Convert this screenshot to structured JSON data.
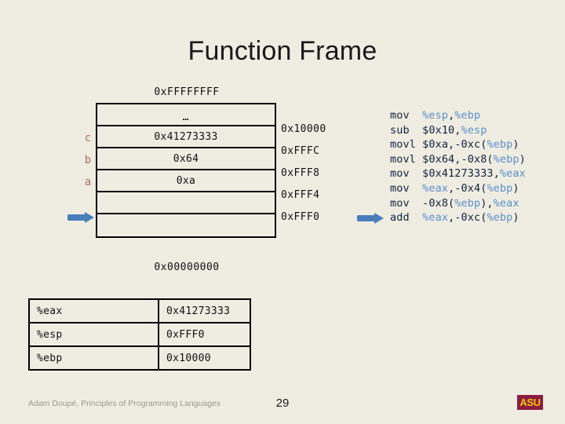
{
  "slide": {
    "title": "Function Frame"
  },
  "stack": {
    "top_address": "0xFFFFFFFF",
    "bottom_address": "0x00000000",
    "rows": [
      {
        "value": "…",
        "var_label": "",
        "address": ""
      },
      {
        "value": "0x41273333",
        "var_label": "c",
        "address": "0x10000"
      },
      {
        "value": "0x64",
        "var_label": "b",
        "address": "0xFFFC"
      },
      {
        "value": "0xa",
        "var_label": "a",
        "address": "0xFFF8"
      },
      {
        "value": "",
        "var_label": "",
        "address": "0xFFF4"
      },
      {
        "value": "",
        "var_label": "",
        "address": "0xFFF0"
      }
    ],
    "addresses": [
      "0x10000",
      "0xFFFC",
      "0xFFF8",
      "0xFFF4",
      "0xFFF0"
    ],
    "var_labels": [
      "c",
      "b",
      "a"
    ]
  },
  "assembly": {
    "lines": [
      {
        "mnemonic": "mov",
        "operands": "%esp,%ebp"
      },
      {
        "mnemonic": "sub",
        "operands": "$0x10,%esp"
      },
      {
        "mnemonic": "movl",
        "operands": "$0xa,-0xc(%ebp)"
      },
      {
        "mnemonic": "movl",
        "operands": "$0x64,-0x8(%ebp)"
      },
      {
        "mnemonic": "mov",
        "operands": "$0x41273333,%eax"
      },
      {
        "mnemonic": "mov",
        "operands": "%eax,-0x4(%ebp)"
      },
      {
        "mnemonic": "mov",
        "operands": "-0x8(%ebp),%eax"
      },
      {
        "mnemonic": "add",
        "operands": "%eax,-0xc(%ebp)"
      }
    ],
    "current_line_index": 6
  },
  "registers": {
    "rows": [
      {
        "name": "%eax",
        "value": "0x41273333"
      },
      {
        "name": "%esp",
        "value": "0xFFF0"
      },
      {
        "name": "%ebp",
        "value": "0x10000"
      }
    ]
  },
  "footer": {
    "credit": "Adam Doupé, Principles of Programming Languages",
    "page_number": "29",
    "logo_text": "ASU"
  },
  "colors": {
    "background": "#efede2",
    "arrow": "#4a7ebb",
    "register_token": "#5b8dc8",
    "mnemonic": "#14213d",
    "var_label": "#b06a60",
    "logo_bg": "#8c1d40",
    "logo_fg": "#f7c800"
  }
}
